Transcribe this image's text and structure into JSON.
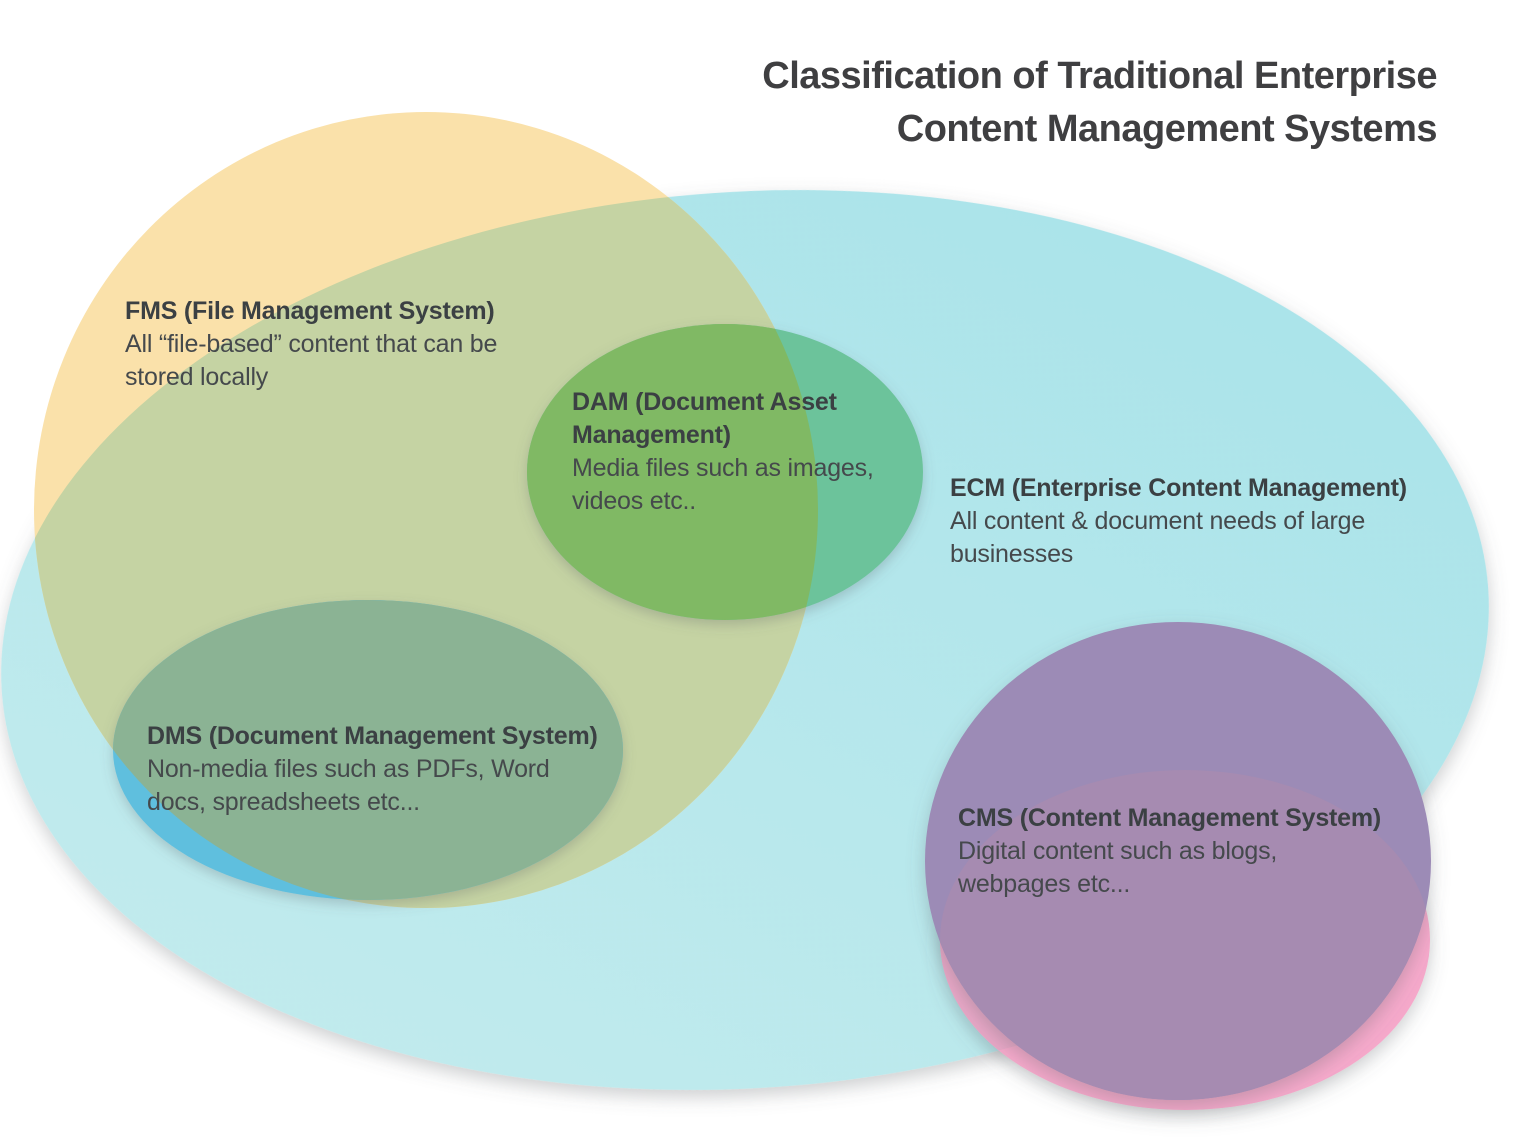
{
  "title": {
    "line1": "Classification of Traditional Enterprise",
    "line2": "Content Management Systems"
  },
  "labels": {
    "fms": {
      "header": [
        "FMS (File Management System)"
      ],
      "body": [
        "All “file-based” content that can be",
        "stored locally"
      ]
    },
    "dam": {
      "header": [
        "DAM (Document Asset",
        "Management)"
      ],
      "body": [
        "Media files such as images,",
        "videos etc.."
      ]
    },
    "ecm": {
      "header": [
        "ECM (Enterprise Content Management)"
      ],
      "body": [
        "All content & document needs of large",
        "businesses"
      ]
    },
    "dms": {
      "header": [
        "DMS (Document Management System)"
      ],
      "body": [
        "Non-media files such as PDFs, Word",
        "docs, spreadsheets etc..."
      ]
    },
    "cms": {
      "header": [
        "CMS (Content Management System)"
      ],
      "body": [
        "Digital content such as blogs,",
        "webpages etc..."
      ]
    }
  },
  "colors": {
    "background": "#FFFFFF",
    "ecm_top": "#A6E2E9",
    "ecm_bottom": "#C5ECEE",
    "fms": "#FAE1AA",
    "fms_ecm_overlap": "#C5D3A3",
    "dam": "#6CC39B",
    "dam_fms_overlap": "#80B964",
    "dms": "#5FBFDE",
    "dms_fms_overlap": "#8BB394",
    "cms": "#9C8BB6",
    "cms_pink_overlap": "#A68BB1",
    "pink": "#F6A9CB",
    "pink_ecm_overlap": "#E9A7C7",
    "title_text": "#3F3F41",
    "heading_text": "#3B4043",
    "body_text": "#45494C"
  },
  "diagram": {
    "type": "venn",
    "sets": [
      {
        "id": "ECM",
        "name": "ECM (Enterprise Content Management)",
        "description": "All content & document needs of large businesses",
        "overlaps": [
          "FMS"
        ],
        "contains": [
          "DAM",
          "DMS",
          "CMS"
        ]
      },
      {
        "id": "FMS",
        "name": "FMS (File Management System)",
        "description": "All “file-based” content that can be stored locally",
        "overlaps": [
          "ECM",
          "DAM",
          "DMS"
        ]
      },
      {
        "id": "DAM",
        "name": "DAM (Document Asset Management)",
        "description": "Media files such as images, videos etc..",
        "inside": "ECM",
        "overlaps": [
          "FMS"
        ]
      },
      {
        "id": "DMS",
        "name": "DMS (Document Management System)",
        "description": "Non-media files such as PDFs, Word docs, spreadsheets etc...",
        "inside": "ECM",
        "overlaps": [
          "FMS"
        ]
      },
      {
        "id": "CMS",
        "name": "CMS (Content Management System)",
        "description": "Digital content such as blogs, webpages etc...",
        "inside": "ECM",
        "overlaps": [
          "pink-accent"
        ]
      },
      {
        "id": "pink-accent",
        "name": "unlabeled pink ellipse",
        "description": "",
        "overlaps": [
          "ECM",
          "CMS"
        ]
      }
    ]
  }
}
